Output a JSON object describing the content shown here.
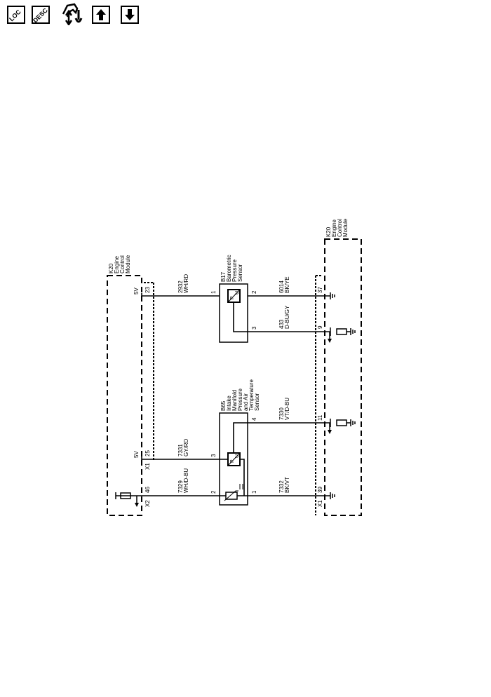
{
  "toolbar": {
    "loc_label": "LOC",
    "desc_label": "DESC",
    "items": [
      "loc-button",
      "desc-button",
      "connector-wrench-button",
      "up-button",
      "down-button"
    ]
  },
  "left_module": {
    "lines": [
      "K20",
      "Engine",
      "Control",
      "Module"
    ],
    "supply_top": "5V",
    "supply_mid": "5V",
    "connector_x1": "X1",
    "connector_x2": "X2",
    "pin_23": "23",
    "pin_25": "25",
    "pin_46": "46"
  },
  "right_module": {
    "lines": [
      "K20",
      "Engine",
      "Control",
      "Module"
    ],
    "connector_x1": "X1",
    "pin_37": "37",
    "pin_9": "9",
    "pin_11": "11",
    "pin_39": "39"
  },
  "b17": {
    "lines": [
      "B17",
      "Barometric",
      "Pressure",
      "Sensor"
    ],
    "pin_1": "1",
    "pin_2": "2",
    "pin_3": "3"
  },
  "b65": {
    "lines": [
      "B65",
      "Intake",
      "Manifold",
      "Pressure",
      "and Air",
      "Temperature",
      "Sensor"
    ],
    "pin_1": "1",
    "pin_2": "2",
    "pin_3": "3",
    "pin_4": "4"
  },
  "wires": {
    "w2932": [
      "2932",
      "WH/RD"
    ],
    "w6014": [
      "6014",
      "BK/YE"
    ],
    "w433": [
      "433",
      "D-BU/GY"
    ],
    "w7331": [
      "7331",
      "GY/RD"
    ],
    "w7329": [
      "7329",
      "WH/D-BU"
    ],
    "w7330": [
      "7330",
      "VT/D-BU"
    ],
    "w7332": [
      "7332",
      "BK/VT"
    ]
  },
  "sensor_symbol": {
    "p": "P",
    "u": "U"
  }
}
